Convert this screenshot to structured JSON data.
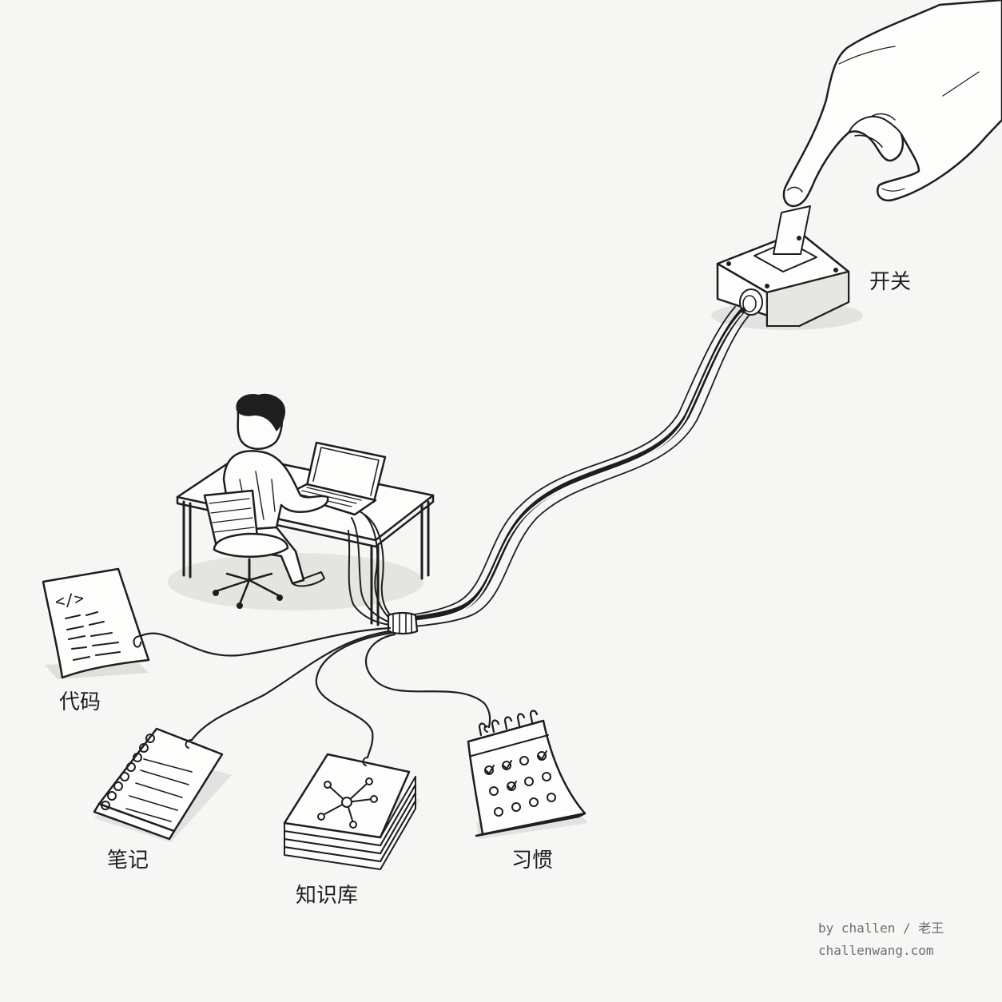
{
  "labels": {
    "switch": "开关",
    "code": "代码",
    "notes": "笔记",
    "knowledge_base": "知识库",
    "habits": "习惯"
  },
  "code_doc": {
    "tag_text": "</>"
  },
  "credit": {
    "author_line": "by challen / 老王",
    "website": "challenwang.com"
  },
  "colors": {
    "ink": "#1e1e1e",
    "paper": "#fdfdfb",
    "background": "#f6f6f4",
    "shadow": "#d6d6d2",
    "credit_text": "#6e6e6e"
  }
}
